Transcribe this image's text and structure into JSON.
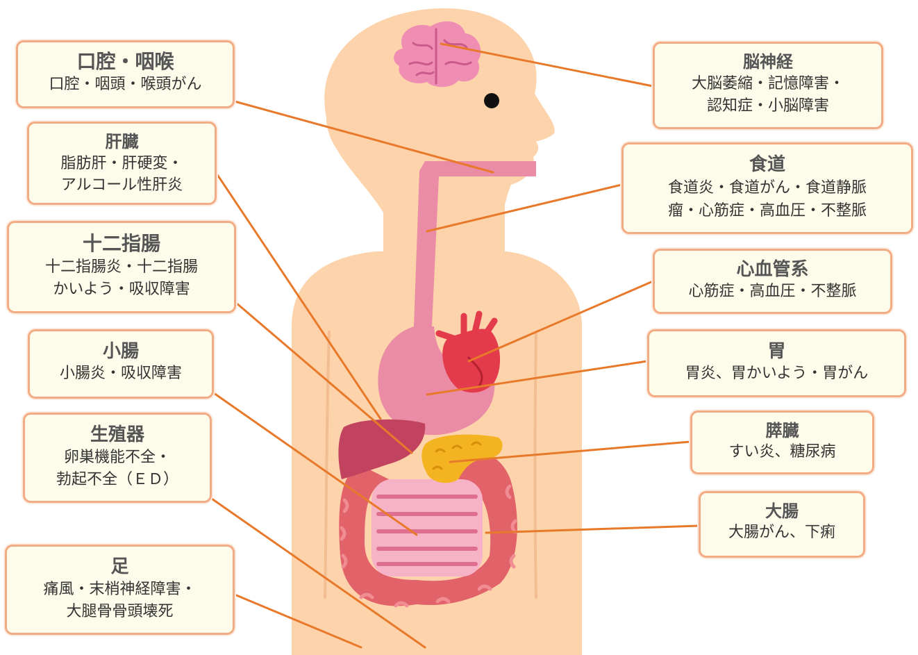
{
  "colors": {
    "skin": "#fcd3ab",
    "line": "#e8792a",
    "box_fill": "#fdfbea",
    "box_border": "#f2ab82",
    "brain": "#ef8db3",
    "heart": "#e33a4c",
    "liver": "#c2435f",
    "pancreas": "#f4b320",
    "intestine": "#e2626a",
    "digestive_tract": "#ea8ca5"
  },
  "labels": {
    "mouth": {
      "title": "口腔・咽喉",
      "lines": [
        "口腔・咽頭・喉頭がん"
      ]
    },
    "liver": {
      "title": "肝臓",
      "lines": [
        "脂肪肝・肝硬変・",
        "アルコール性肝炎"
      ]
    },
    "duodenum": {
      "title": "十二指腸",
      "lines": [
        "十二指腸炎・十二指腸",
        "かいよう・吸収障害"
      ]
    },
    "small_intestine": {
      "title": "小腸",
      "lines": [
        "小腸炎・吸収障害"
      ]
    },
    "reproductive": {
      "title": "生殖器",
      "lines": [
        "卵巣機能不全・",
        "勃起不全（ＥＤ）"
      ]
    },
    "feet": {
      "title": "足",
      "lines": [
        "痛風・末梢神経障害・",
        "大腿骨骨頭壊死"
      ]
    },
    "cranial_nerves": {
      "title": "脳神経",
      "lines": [
        "大脳萎縮・記憶障害・",
        "認知症・小脳障害"
      ]
    },
    "esophagus": {
      "title": "食道",
      "lines": [
        "食道炎・食道がん・食道静脈",
        "瘤・心筋症・高血圧・不整脈"
      ]
    },
    "cardiovascular": {
      "title": "心血管系",
      "lines": [
        "心筋症・高血圧・不整脈"
      ]
    },
    "stomach": {
      "title": "胃",
      "lines": [
        "胃炎、胃かいよう・胃がん"
      ]
    },
    "pancreas": {
      "title": "膵臓",
      "lines": [
        "すい炎、糖尿病"
      ]
    },
    "large_intestine": {
      "title": "大腸",
      "lines": [
        "大腸がん、下痢"
      ]
    }
  }
}
